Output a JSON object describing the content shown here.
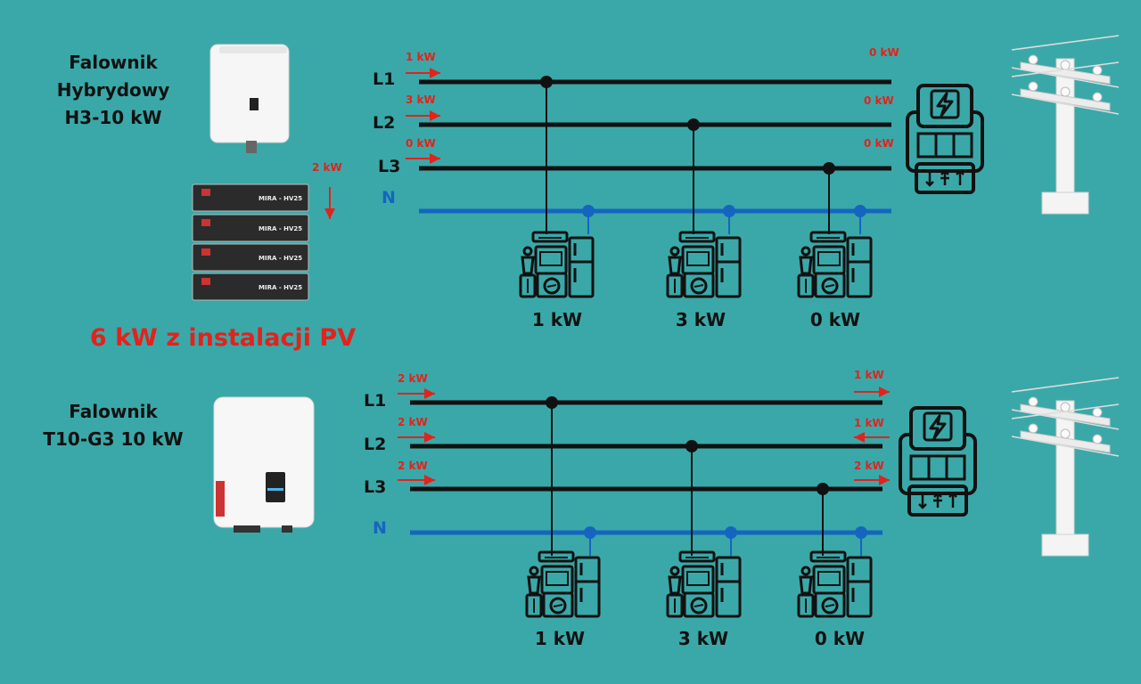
{
  "colors": {
    "background": "#3aa8a8",
    "line": "#111111",
    "neutral": "#1565c0",
    "arrow": "#e3221c"
  },
  "pv_label": "6 kW z instalacji PV",
  "battery": {
    "flow": "2 kW",
    "model": "MIRA - HV25"
  },
  "top": {
    "inverter_title": "Falownik\nHybrydowy\nH3-10 kW",
    "phase_labels": [
      "L1",
      "L2",
      "L3"
    ],
    "neutral_label": "N",
    "inverter_flows": [
      "1 kW",
      "3 kW",
      "0 kW"
    ],
    "grid_flows": [
      "0 kW",
      "0 kW",
      "0 kW"
    ],
    "load_values": [
      "1 kW",
      "3 kW",
      "0 kW"
    ]
  },
  "bottom": {
    "inverter_title": "Falownik\nT10-G3 10 kW",
    "phase_labels": [
      "L1",
      "L2",
      "L3"
    ],
    "neutral_label": "N",
    "inverter_flows": [
      "2 kW",
      "2 kW",
      "2 kW"
    ],
    "grid_flows": [
      "1 kW",
      "1 kW",
      "2 kW"
    ],
    "grid_flow_directions": [
      "export",
      "import",
      "export"
    ],
    "load_values": [
      "1 kW",
      "3 kW",
      "0 kW"
    ]
  }
}
